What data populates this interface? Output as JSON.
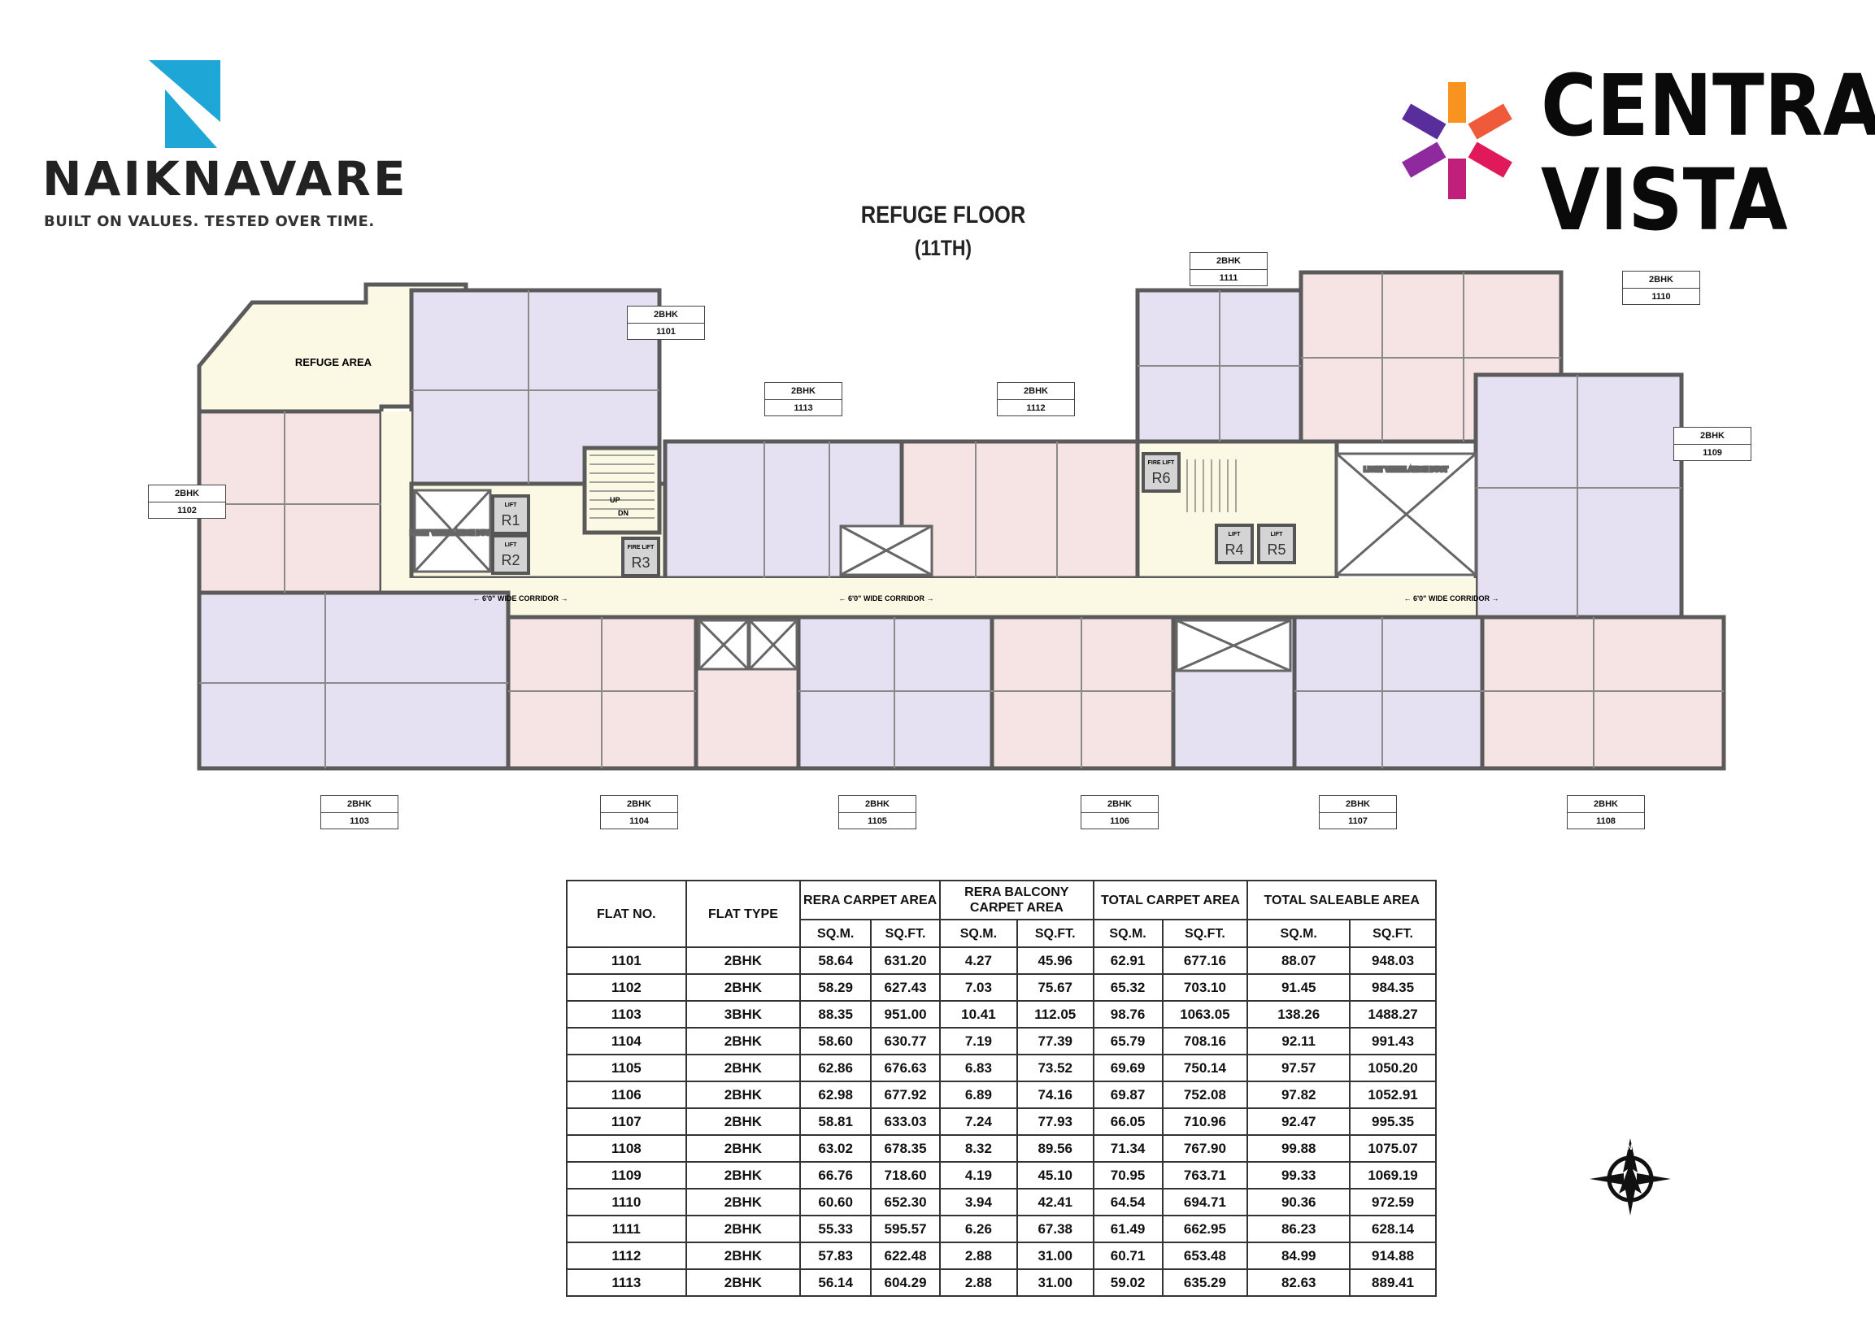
{
  "brand": {
    "name": "NAIKNAVARE",
    "tagline": "BUILT ON VALUES. TESTED OVER TIME.",
    "accent": "#1ea7d6"
  },
  "project": {
    "line1": "CENTRAL",
    "line2": "VISTA",
    "star_colors": [
      "#f7931e",
      "#ee5a3a",
      "#e0195a",
      "#c0207a",
      "#8e2a9e",
      "#5a2d9c"
    ]
  },
  "title": {
    "main": "REFUGE FLOOR",
    "sub": "(11TH)"
  },
  "plan": {
    "refuge_label": "REFUGE AREA",
    "duct_label": "LIGHT VENTILATION DUCT",
    "corridor_label": "← 6'0\" WIDE CORRIDOR →",
    "lift_label": "LIFT",
    "fire_lift_label": "FIRE LIFT",
    "lifts": [
      "R1",
      "R2",
      "R3",
      "R4",
      "R5",
      "R6"
    ],
    "stair_up": "UP",
    "stair_dn": "DN",
    "colors": {
      "lavender": "#e5e1f3",
      "pink": "#f5e4e3",
      "cream": "#fbf8e4",
      "wall": "#5a5a5a"
    },
    "units": [
      {
        "type": "2BHK",
        "no": "1101"
      },
      {
        "type": "2BHK",
        "no": "1102"
      },
      {
        "type": "2BHK",
        "no": "1103"
      },
      {
        "type": "2BHK",
        "no": "1104"
      },
      {
        "type": "2BHK",
        "no": "1105"
      },
      {
        "type": "2BHK",
        "no": "1106"
      },
      {
        "type": "2BHK",
        "no": "1107"
      },
      {
        "type": "2BHK",
        "no": "1108"
      },
      {
        "type": "2BHK",
        "no": "1109"
      },
      {
        "type": "2BHK",
        "no": "1110"
      },
      {
        "type": "2BHK",
        "no": "1111"
      },
      {
        "type": "2BHK",
        "no": "1112"
      },
      {
        "type": "2BHK",
        "no": "1113"
      }
    ]
  },
  "table": {
    "headers": {
      "flat_no": "FLAT NO.",
      "flat_type": "FLAT TYPE",
      "rera_carpet": "RERA CARPET AREA",
      "rera_balcony": "RERA BALCONY CARPET AREA",
      "total_carpet": "TOTAL CARPET AREA",
      "total_saleable": "TOTAL SALEABLE AREA",
      "sqm": "SQ.M.",
      "sqft": "SQ.FT."
    },
    "rows": [
      [
        "1101",
        "2BHK",
        "58.64",
        "631.20",
        "4.27",
        "45.96",
        "62.91",
        "677.16",
        "88.07",
        "948.03"
      ],
      [
        "1102",
        "2BHK",
        "58.29",
        "627.43",
        "7.03",
        "75.67",
        "65.32",
        "703.10",
        "91.45",
        "984.35"
      ],
      [
        "1103",
        "3BHK",
        "88.35",
        "951.00",
        "10.41",
        "112.05",
        "98.76",
        "1063.05",
        "138.26",
        "1488.27"
      ],
      [
        "1104",
        "2BHK",
        "58.60",
        "630.77",
        "7.19",
        "77.39",
        "65.79",
        "708.16",
        "92.11",
        "991.43"
      ],
      [
        "1105",
        "2BHK",
        "62.86",
        "676.63",
        "6.83",
        "73.52",
        "69.69",
        "750.14",
        "97.57",
        "1050.20"
      ],
      [
        "1106",
        "2BHK",
        "62.98",
        "677.92",
        "6.89",
        "74.16",
        "69.87",
        "752.08",
        "97.82",
        "1052.91"
      ],
      [
        "1107",
        "2BHK",
        "58.81",
        "633.03",
        "7.24",
        "77.93",
        "66.05",
        "710.96",
        "92.47",
        "995.35"
      ],
      [
        "1108",
        "2BHK",
        "63.02",
        "678.35",
        "8.32",
        "89.56",
        "71.34",
        "767.90",
        "99.88",
        "1075.07"
      ],
      [
        "1109",
        "2BHK",
        "66.76",
        "718.60",
        "4.19",
        "45.10",
        "70.95",
        "763.71",
        "99.33",
        "1069.19"
      ],
      [
        "1110",
        "2BHK",
        "60.60",
        "652.30",
        "3.94",
        "42.41",
        "64.54",
        "694.71",
        "90.36",
        "972.59"
      ],
      [
        "1111",
        "2BHK",
        "55.33",
        "595.57",
        "6.26",
        "67.38",
        "61.49",
        "662.95",
        "86.23",
        "628.14"
      ],
      [
        "1112",
        "2BHK",
        "57.83",
        "622.48",
        "2.88",
        "31.00",
        "60.71",
        "653.48",
        "84.99",
        "914.88"
      ],
      [
        "1113",
        "2BHK",
        "56.14",
        "604.29",
        "2.88",
        "31.00",
        "59.02",
        "635.29",
        "82.63",
        "889.41"
      ]
    ]
  },
  "compass": {
    "label": "N"
  }
}
